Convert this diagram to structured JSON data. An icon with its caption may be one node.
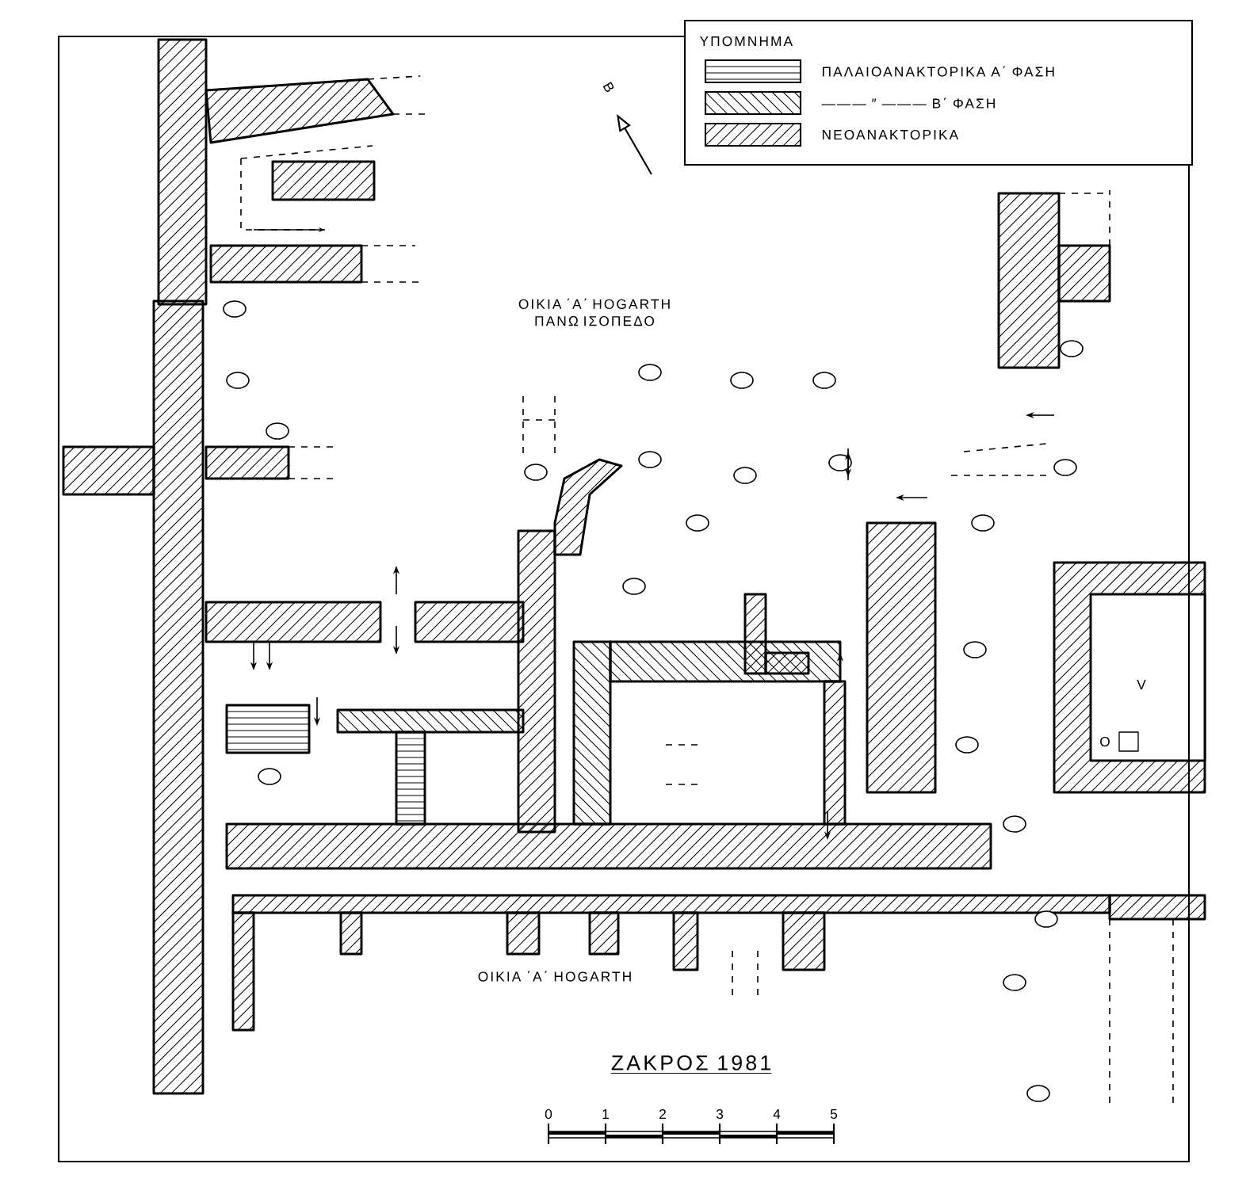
{
  "diagram": {
    "title": "ΖΑΚΡΟΣ 1981",
    "labels": [
      "ΥΠΟΜΝΗΜΑ",
      "Β",
      "ΟΙΚΙΑ ΄Α΄ HOGARTH ΠΑΝΩ ΙΣΟΠΕΔΟ",
      "V",
      "O",
      "ΟΙΚΙΑ ΄Α΄ HOGARTH",
      "0",
      "1",
      "2",
      "3",
      "4",
      "5"
    ],
    "legend": [
      {
        "text": "ΠΑΛΑΙΟΑΝΑΚΤΟΡΙΚΑ Α΄ ΦΑΣΗ"
      },
      {
        "text": "——— ″ ——— Β΄ ΦΑΣΗ"
      },
      {
        "text": "ΝΕΟΑΝΑΚΤΟΡΙΚΑ"
      }
    ]
  }
}
